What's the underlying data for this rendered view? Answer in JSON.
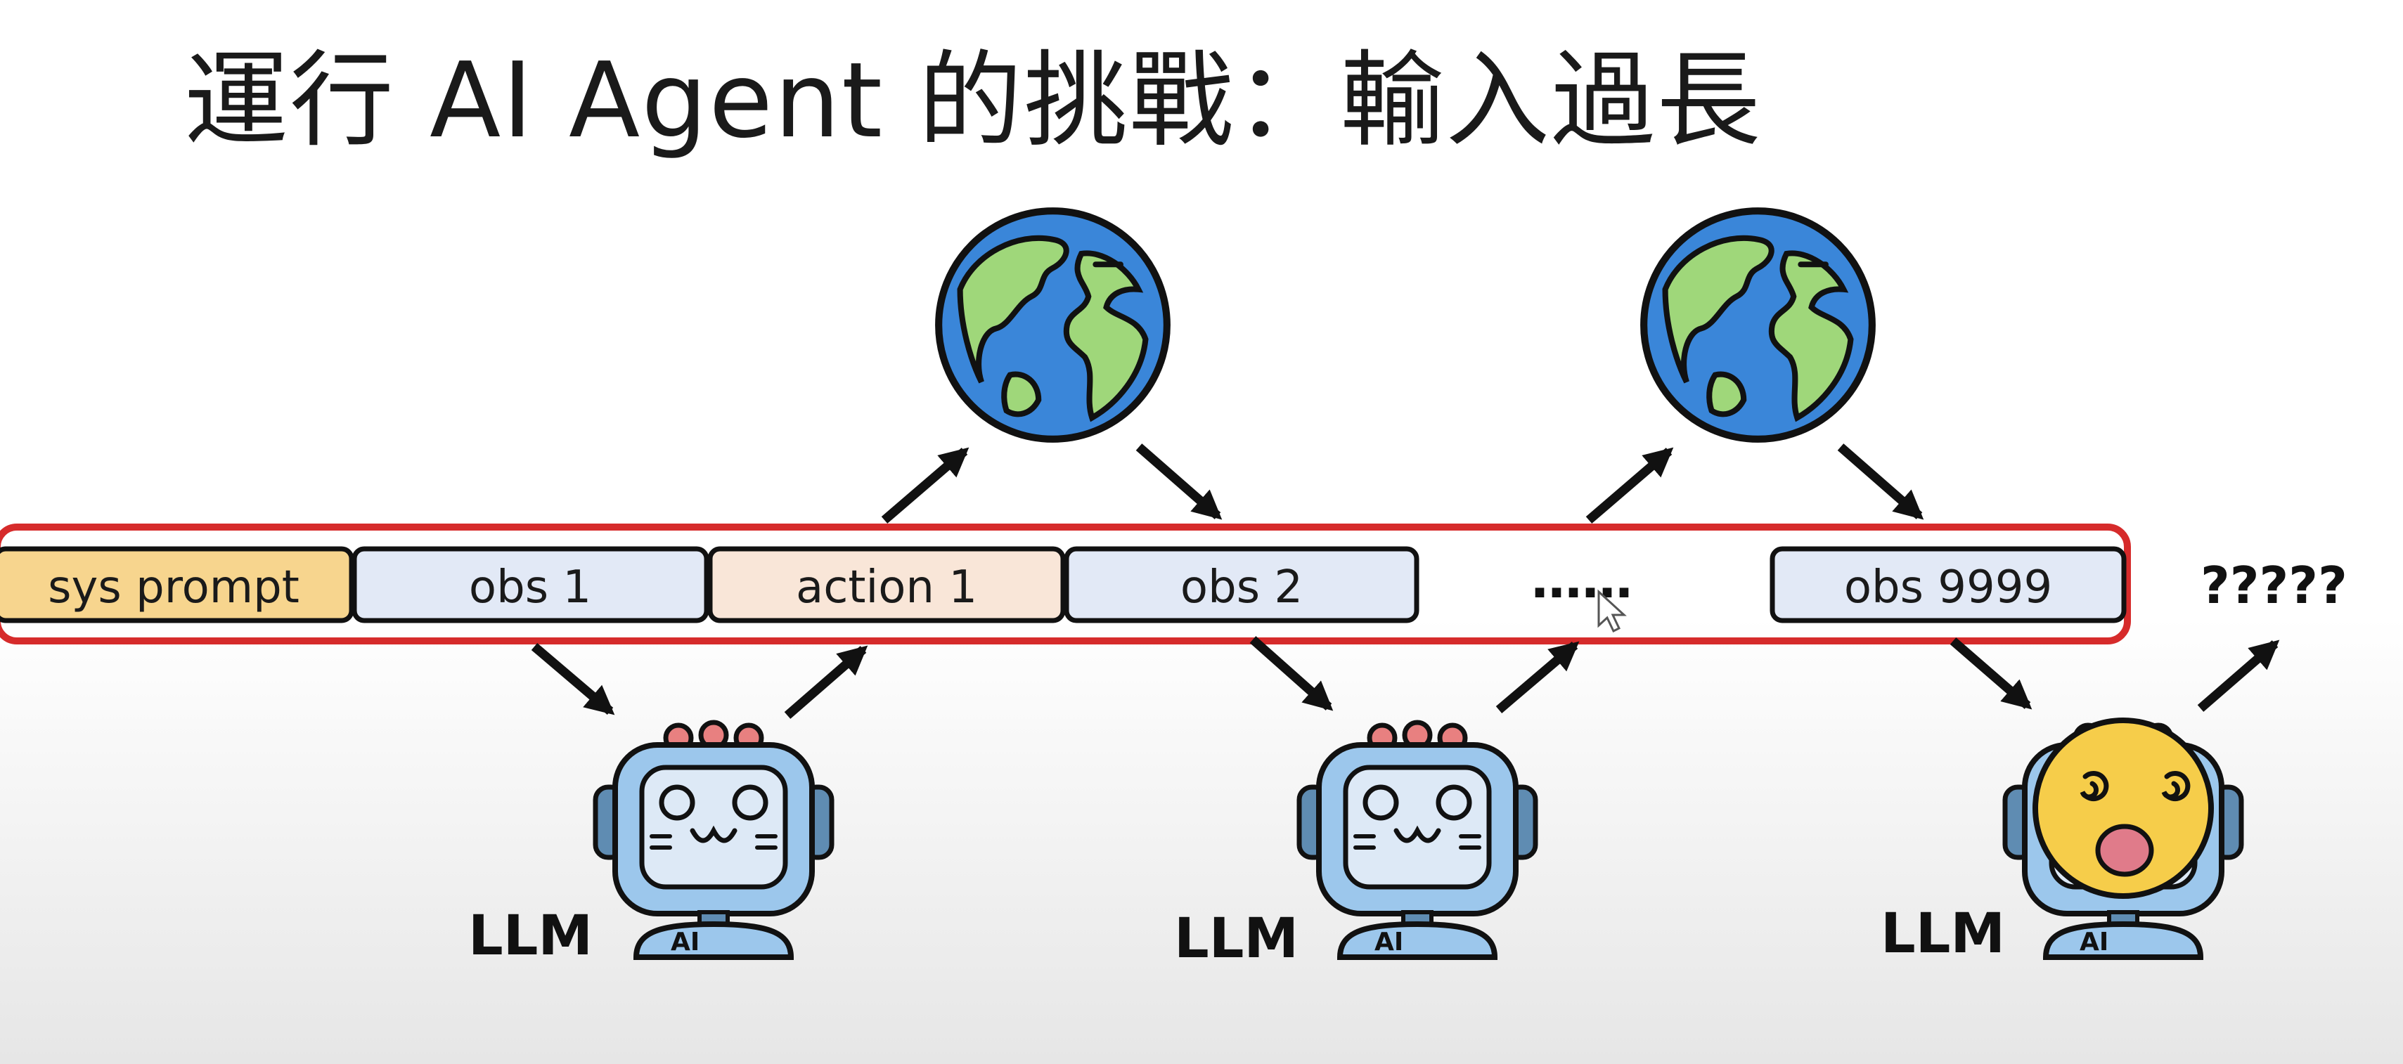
{
  "title": "運行 AI Agent 的挑戰：輸入過長",
  "sequence": {
    "cells": [
      {
        "label": "sys prompt",
        "color": "#f7d58e"
      },
      {
        "label": "obs 1",
        "color": "#e2e9f6"
      },
      {
        "label": "action 1",
        "color": "#f9e6d8"
      },
      {
        "label": "obs 2",
        "color": "#e2e9f6"
      },
      {
        "label": "obs 9999",
        "color": "#e2e9f6"
      }
    ],
    "ellipsis": "……",
    "highlight_color": "#d62b2b"
  },
  "llm_label": "LLM",
  "robot_chest_label": "AI",
  "overflow_output": "?????",
  "icons": {
    "world": "globe-icon",
    "model": "robot-icon",
    "confused_model": "dizzy-face-robot-icon"
  },
  "colors": {
    "arrow": "#111111",
    "robot_body": "#9cc7ec",
    "globe_ocean": "#3a86d9",
    "globe_land": "#9fd77a",
    "dizzy_face": "#f6cd4a"
  }
}
